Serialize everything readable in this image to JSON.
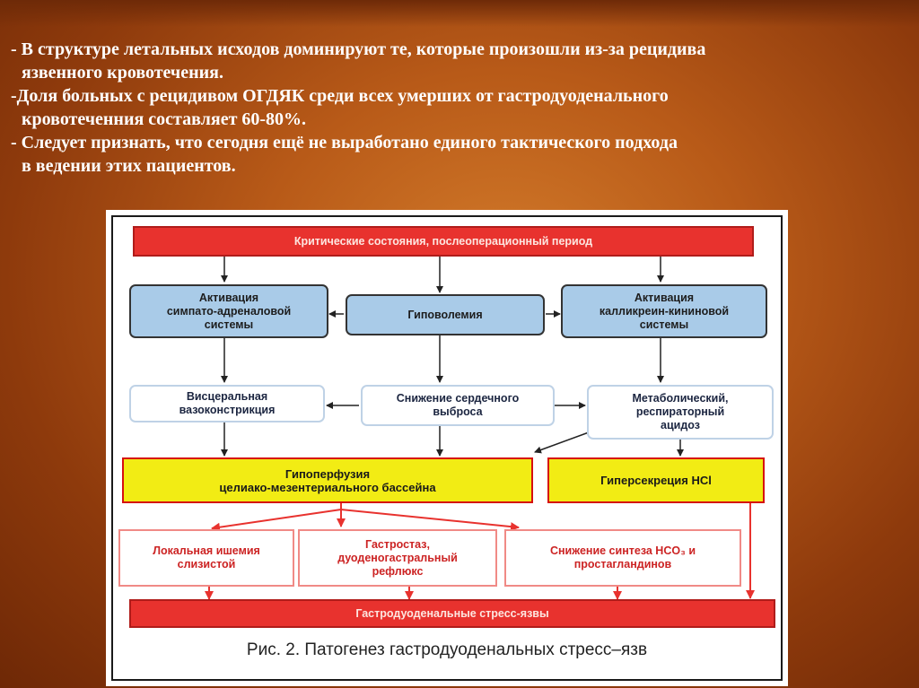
{
  "bullets": [
    "- В структуре летальных исходов доминируют те, которые произошли из-за рецидива",
    "язвенного кровотечения.",
    "-Доля больных с рецидивом ОГДЯК среди всех умерших от гастродуоденального",
    "кровотеченния составляет 60-80%.",
    "- Следует признать, что сегодня ещё не выработано единого тактического подхода",
    "в ведении этих пациентов."
  ],
  "diagram": {
    "top": "Критические состояния, послеоперационный период",
    "activation_sympatho": [
      "Активация",
      "симпато-адреналовой",
      "системы"
    ],
    "hypovolemia": "Гиповолемия",
    "activation_kallikrein": [
      "Активация",
      "калликреин-кининовой",
      "системы"
    ],
    "visceral": [
      "Висцеральная",
      "вазоконстрикция"
    ],
    "cardiac": [
      "Снижение сердечного",
      "выброса"
    ],
    "metabolic": [
      "Метаболический,",
      "респираторный",
      "ацидоз"
    ],
    "hypoperfusion": [
      "Гипоперфузия",
      "целиако-мезентериального бассейна"
    ],
    "hypersecretion": "Гиперсекреция HCl",
    "local_ischemia": [
      "Локальная ишемия",
      "слизистой"
    ],
    "gastrostasis": [
      "Гастростаз,",
      "дуоденогастральный",
      "рефлюкс"
    ],
    "synthesis_decrease": [
      "Снижение синтеза HCO₃ и",
      "простагландинов"
    ],
    "ulcers": "Гастродуоденальные стресс-язвы",
    "caption": "Рис. 2. Патогенез гастродуоденальных стресс–язв"
  }
}
